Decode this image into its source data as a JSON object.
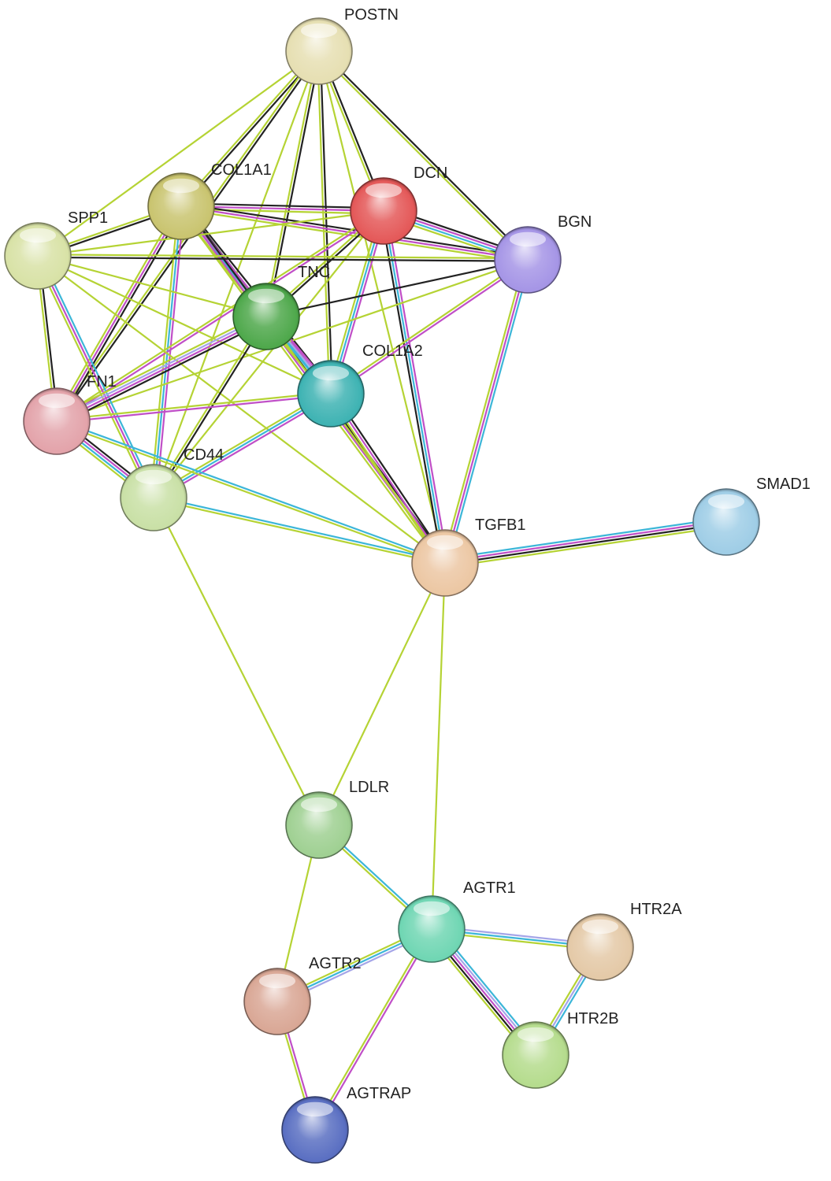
{
  "nodes": [
    {
      "id": "POSTN",
      "label": "POSTN",
      "color": "#e6dfb2"
    },
    {
      "id": "COL1A1",
      "label": "COL1A1",
      "color": "#c9c46f"
    },
    {
      "id": "DCN",
      "label": "DCN",
      "color": "#e45858"
    },
    {
      "id": "SPP1",
      "label": "SPP1",
      "color": "#d8e2a6"
    },
    {
      "id": "BGN",
      "label": "BGN",
      "color": "#a595e6"
    },
    {
      "id": "TNC",
      "label": "TNC",
      "color": "#4ea84b"
    },
    {
      "id": "COL1A2",
      "label": "COL1A2",
      "color": "#3eb3b3"
    },
    {
      "id": "FN1",
      "label": "FN1",
      "color": "#e3a3aa"
    },
    {
      "id": "CD44",
      "label": "CD44",
      "color": "#c9e0a6"
    },
    {
      "id": "TGFB1",
      "label": "TGFB1",
      "color": "#ecc7a3"
    },
    {
      "id": "SMAD1",
      "label": "SMAD1",
      "color": "#9fcde6"
    },
    {
      "id": "LDLR",
      "label": "LDLR",
      "color": "#9fd092"
    },
    {
      "id": "AGTR1",
      "label": "AGTR1",
      "color": "#6fd6b3"
    },
    {
      "id": "HTR2A",
      "label": "HTR2A",
      "color": "#e4c9a7"
    },
    {
      "id": "AGTR2",
      "label": "AGTR2",
      "color": "#d9a795"
    },
    {
      "id": "HTR2B",
      "label": "HTR2B",
      "color": "#b5dc8d"
    },
    {
      "id": "AGTRAP",
      "label": "AGTRAP",
      "color": "#5a6fc2"
    }
  ],
  "edges": [
    {
      "source": "POSTN",
      "target": "COL1A1",
      "colors": [
        "#222222",
        "#b5d334"
      ]
    },
    {
      "source": "POSTN",
      "target": "DCN",
      "colors": [
        "#222222",
        "#b5d334"
      ]
    },
    {
      "source": "POSTN",
      "target": "BGN",
      "colors": [
        "#222222",
        "#b5d334"
      ]
    },
    {
      "source": "POSTN",
      "target": "SPP1",
      "colors": [
        "#b5d334"
      ]
    },
    {
      "source": "POSTN",
      "target": "TNC",
      "colors": [
        "#222222",
        "#b5d334"
      ]
    },
    {
      "source": "POSTN",
      "target": "COL1A2",
      "colors": [
        "#222222",
        "#b5d334"
      ]
    },
    {
      "source": "POSTN",
      "target": "FN1",
      "colors": [
        "#222222",
        "#b5d334"
      ]
    },
    {
      "source": "POSTN",
      "target": "CD44",
      "colors": [
        "#b5d334"
      ]
    },
    {
      "source": "POSTN",
      "target": "TGFB1",
      "colors": [
        "#b5d334"
      ]
    },
    {
      "source": "COL1A1",
      "target": "DCN",
      "colors": [
        "#222222",
        "#c04fc7",
        "#b5d334"
      ]
    },
    {
      "source": "COL1A1",
      "target": "BGN",
      "colors": [
        "#222222",
        "#c04fc7",
        "#b5d334"
      ]
    },
    {
      "source": "COL1A1",
      "target": "SPP1",
      "colors": [
        "#222222",
        "#b5d334"
      ]
    },
    {
      "source": "COL1A1",
      "target": "TNC",
      "colors": [
        "#222222",
        "#c04fc7",
        "#b5d334"
      ]
    },
    {
      "source": "COL1A1",
      "target": "COL1A2",
      "colors": [
        "#222222",
        "#c04fc7",
        "#3cb6d8",
        "#b5d334"
      ]
    },
    {
      "source": "COL1A1",
      "target": "FN1",
      "colors": [
        "#222222",
        "#c04fc7",
        "#b5d334"
      ]
    },
    {
      "source": "COL1A1",
      "target": "CD44",
      "colors": [
        "#c04fc7",
        "#3cb6d8",
        "#b5d334"
      ]
    },
    {
      "source": "COL1A1",
      "target": "TGFB1",
      "colors": [
        "#222222",
        "#c04fc7",
        "#b5d334"
      ]
    },
    {
      "source": "DCN",
      "target": "BGN",
      "colors": [
        "#222222",
        "#c04fc7",
        "#3cb6d8",
        "#b5d334"
      ]
    },
    {
      "source": "DCN",
      "target": "SPP1",
      "colors": [
        "#b5d334"
      ]
    },
    {
      "source": "DCN",
      "target": "TNC",
      "colors": [
        "#222222",
        "#b5d334"
      ]
    },
    {
      "source": "DCN",
      "target": "COL1A2",
      "colors": [
        "#c04fc7",
        "#3cb6d8",
        "#b5d334"
      ]
    },
    {
      "source": "DCN",
      "target": "FN1",
      "colors": [
        "#c04fc7",
        "#b5d334"
      ]
    },
    {
      "source": "DCN",
      "target": "CD44",
      "colors": [
        "#b5d334"
      ]
    },
    {
      "source": "DCN",
      "target": "TGFB1",
      "colors": [
        "#c04fc7",
        "#3cb6d8",
        "#222222"
      ]
    },
    {
      "source": "BGN",
      "target": "SPP1",
      "colors": [
        "#222222",
        "#b5d334"
      ]
    },
    {
      "source": "BGN",
      "target": "TNC",
      "colors": [
        "#222222"
      ]
    },
    {
      "source": "BGN",
      "target": "COL1A2",
      "colors": [
        "#c04fc7",
        "#b5d334"
      ]
    },
    {
      "source": "BGN",
      "target": "FN1",
      "colors": [
        "#b5d334"
      ]
    },
    {
      "source": "BGN",
      "target": "TGFB1",
      "colors": [
        "#3cb6d8",
        "#c04fc7",
        "#b5d334"
      ]
    },
    {
      "source": "SPP1",
      "target": "TNC",
      "colors": [
        "#b5d334"
      ]
    },
    {
      "source": "SPP1",
      "target": "COL1A2",
      "colors": [
        "#b5d334"
      ]
    },
    {
      "source": "SPP1",
      "target": "FN1",
      "colors": [
        "#222222",
        "#b5d334"
      ]
    },
    {
      "source": "SPP1",
      "target": "CD44",
      "colors": [
        "#3cb6d8",
        "#c04fc7",
        "#b5d334"
      ]
    },
    {
      "source": "SPP1",
      "target": "TGFB1",
      "colors": [
        "#b5d334"
      ]
    },
    {
      "source": "TNC",
      "target": "COL1A2",
      "colors": [
        "#c04fc7",
        "#a5a5e8",
        "#3cb6d8",
        "#b5d334"
      ]
    },
    {
      "source": "TNC",
      "target": "FN1",
      "colors": [
        "#222222",
        "#c04fc7",
        "#a5a5e8",
        "#b5d334"
      ]
    },
    {
      "source": "TNC",
      "target": "CD44",
      "colors": [
        "#222222",
        "#b5d334"
      ]
    },
    {
      "source": "TNC",
      "target": "TGFB1",
      "colors": [
        "#b5d334"
      ]
    },
    {
      "source": "COL1A2",
      "target": "FN1",
      "colors": [
        "#c04fc7",
        "#b5d334"
      ]
    },
    {
      "source": "COL1A2",
      "target": "CD44",
      "colors": [
        "#c04fc7",
        "#3cb6d8",
        "#b5d334"
      ]
    },
    {
      "source": "COL1A2",
      "target": "TGFB1",
      "colors": [
        "#222222",
        "#c04fc7",
        "#b5d334"
      ]
    },
    {
      "source": "FN1",
      "target": "CD44",
      "colors": [
        "#222222",
        "#c04fc7",
        "#3cb6d8",
        "#b5d334"
      ]
    },
    {
      "source": "FN1",
      "target": "TGFB1",
      "colors": [
        "#3cb6d8",
        "#b5d334"
      ]
    },
    {
      "source": "CD44",
      "target": "TGFB1",
      "colors": [
        "#3cb6d8",
        "#b5d334"
      ]
    },
    {
      "source": "CD44",
      "target": "LDLR",
      "colors": [
        "#b5d334"
      ]
    },
    {
      "source": "TGFB1",
      "target": "SMAD1",
      "colors": [
        "#3cb6d8",
        "#c04fc7",
        "#222222",
        "#b5d334"
      ]
    },
    {
      "source": "TGFB1",
      "target": "LDLR",
      "colors": [
        "#b5d334"
      ]
    },
    {
      "source": "TGFB1",
      "target": "AGTR1",
      "colors": [
        "#b5d334"
      ]
    },
    {
      "source": "LDLR",
      "target": "AGTR1",
      "colors": [
        "#3cb6d8",
        "#b5d334"
      ]
    },
    {
      "source": "LDLR",
      "target": "AGTR2",
      "colors": [
        "#b5d334"
      ]
    },
    {
      "source": "AGTR1",
      "target": "AGTR2",
      "colors": [
        "#a5a5e8",
        "#3cb6d8",
        "#b5d334"
      ]
    },
    {
      "source": "AGTR1",
      "target": "HTR2A",
      "colors": [
        "#a5a5e8",
        "#3cb6d8",
        "#b5d334"
      ]
    },
    {
      "source": "AGTR1",
      "target": "HTR2B",
      "colors": [
        "#3cb6d8",
        "#a5a5e8",
        "#c04fc7",
        "#222222",
        "#b5d334"
      ]
    },
    {
      "source": "AGTR1",
      "target": "AGTRAP",
      "colors": [
        "#c04fc7",
        "#b5d334"
      ]
    },
    {
      "source": "HTR2A",
      "target": "HTR2B",
      "colors": [
        "#3cb6d8",
        "#a5a5e8",
        "#b5d334"
      ]
    },
    {
      "source": "AGTR2",
      "target": "AGTRAP",
      "colors": [
        "#c04fc7",
        "#b5d334"
      ]
    }
  ]
}
